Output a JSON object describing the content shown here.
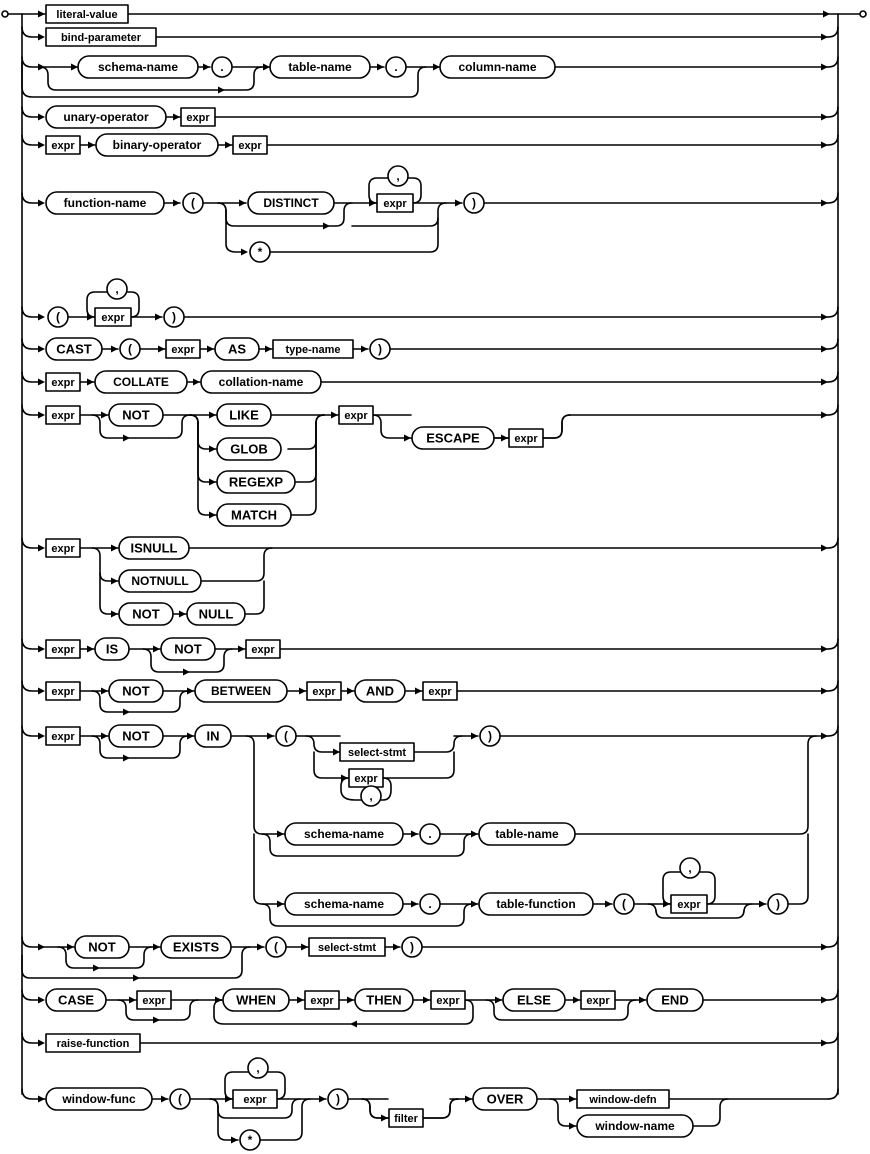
{
  "diagram": {
    "literal_value": "literal-value",
    "bind_parameter": "bind-parameter",
    "schema_name": "schema-name",
    "table_name": "table-name",
    "column_name": "column-name",
    "dot": ".",
    "comma": ",",
    "lparen": "(",
    "rparen": ")",
    "star": "*",
    "expr": "expr",
    "unary_operator": "unary-operator",
    "binary_operator": "binary-operator",
    "function_name": "function-name",
    "distinct": "DISTINCT",
    "cast": "CAST",
    "as": "AS",
    "type_name": "type-name",
    "collate": "COLLATE",
    "collation_name": "collation-name",
    "not": "NOT",
    "like": "LIKE",
    "glob": "GLOB",
    "regexp": "REGEXP",
    "match": "MATCH",
    "escape": "ESCAPE",
    "isnull": "ISNULL",
    "notnull": "NOTNULL",
    "null": "NULL",
    "is": "IS",
    "between": "BETWEEN",
    "and": "AND",
    "in": "IN",
    "select_stmt": "select-stmt",
    "table_function": "table-function",
    "exists": "EXISTS",
    "case": "CASE",
    "when": "WHEN",
    "then": "THEN",
    "else": "ELSE",
    "end": "END",
    "raise_function": "raise-function",
    "window_func": "window-func",
    "filter": "filter",
    "over": "OVER",
    "window_defn": "window-defn",
    "window_name": "window-name"
  }
}
